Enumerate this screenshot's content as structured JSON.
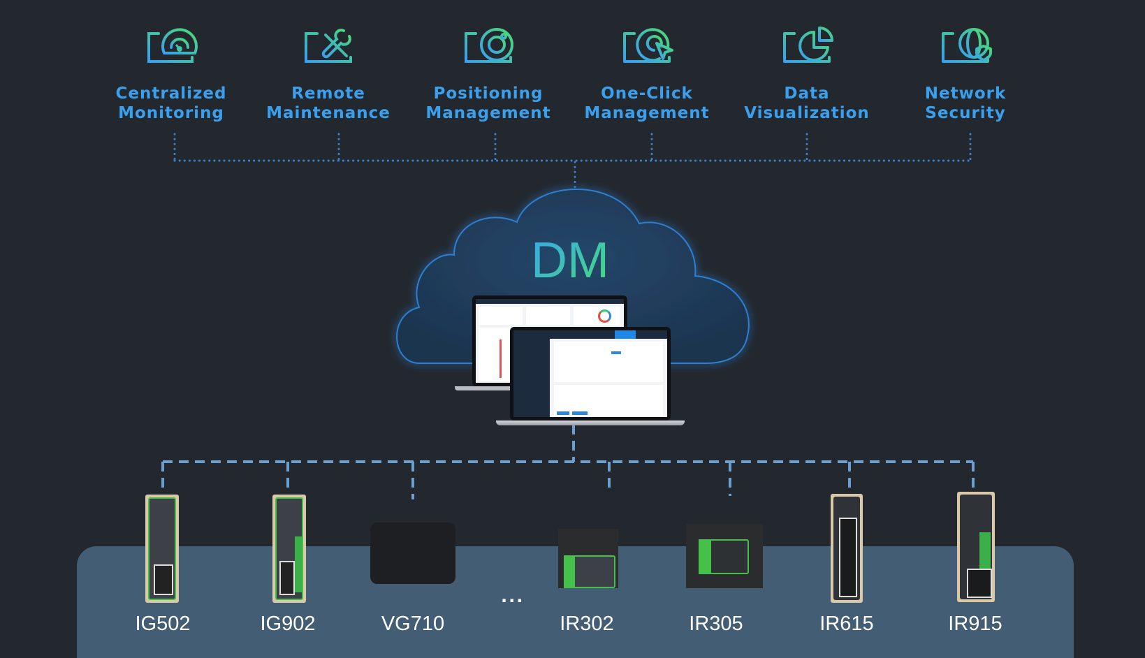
{
  "features": [
    {
      "icon": "monitor-gauge-icon",
      "line1": "Centralized",
      "line2": "Monitoring"
    },
    {
      "icon": "monitor-tools-icon",
      "line1": "Remote",
      "line2": "Maintenance"
    },
    {
      "icon": "monitor-target-icon",
      "line1": "Positioning",
      "line2": "Management"
    },
    {
      "icon": "monitor-click-icon",
      "line1": "One-Click",
      "line2": "Management"
    },
    {
      "icon": "monitor-pie-icon",
      "line1": "Data",
      "line2": "Visualization"
    },
    {
      "icon": "monitor-globe-shield-icon",
      "line1": "Network",
      "line2": "Security"
    }
  ],
  "cloud": {
    "title": "DM"
  },
  "devices": [
    {
      "name": "IG502"
    },
    {
      "name": "IG902"
    },
    {
      "name": "VG710"
    },
    {
      "name": "IR302"
    },
    {
      "name": "IR305"
    },
    {
      "name": "IR615"
    },
    {
      "name": "IR915"
    }
  ],
  "more_indicator": "...",
  "colors": {
    "background": "#23282f",
    "panel": "#435d74",
    "accent_blue": "#3aa0ee",
    "accent_green": "#46dc78",
    "connector": "#6b9fcf"
  }
}
